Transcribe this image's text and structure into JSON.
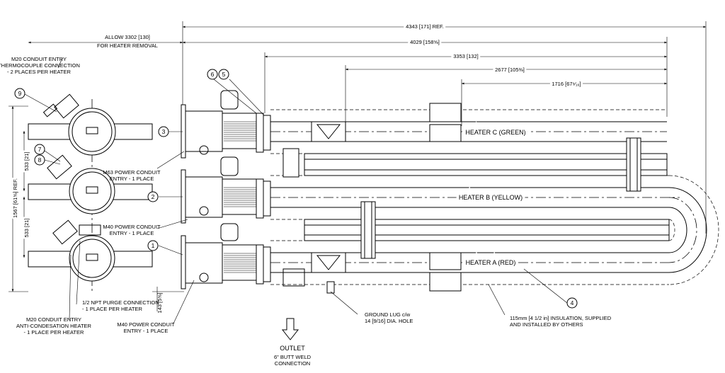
{
  "dimensions": {
    "overall": "4343 [171] REF.",
    "d2": "4029 [158⅝]",
    "d3": "3353 [132]",
    "d4": "2677 [105⅜]",
    "d5": "1716 [67⁹⁄₁₆]",
    "allow_line1": "ALLOW 3302 [130]",
    "allow_line2": "FOR HEATER REMOVAL",
    "vert_total": "1567 [61⅝] REF.",
    "vert_533a": "533 [21]",
    "vert_533b": "533 [21]",
    "vert_143": "143 [5⅝]"
  },
  "heaters": {
    "c": "HEATER C (GREEN)",
    "b": "HEATER B (YELLOW)",
    "a": "HEATER A (RED)"
  },
  "balloons": [
    "1",
    "2",
    "3",
    "4",
    "5",
    "6",
    "7",
    "8",
    "9"
  ],
  "notes": {
    "m20_thermo": [
      "M20 CONDUIT ENTRY",
      "THERMOCOUPLE CONNECTION",
      "- 2 PLACES PER HEATER"
    ],
    "m63": [
      "M63 POWER CONDUIT",
      "ENTRY - 1 PLACE"
    ],
    "m40_upper": [
      "M40 POWER CONDUIT",
      "ENTRY - 1 PLACE"
    ],
    "purge": [
      "1/2 NPT PURGE CONNECTION",
      "- 1 PLACE PER HEATER"
    ],
    "m20_anti": [
      "M20 CONDUIT ENTRY",
      "ANTI-CONDESATION HEATER",
      "- 1 PLACE PER HEATER"
    ],
    "m40_lower": [
      "M40 POWER CONDUIT",
      "ENTRY - 1 PLACE"
    ],
    "ground": [
      "GROUND LUG c/w",
      "14 [9/16] DIA. HOLE"
    ],
    "insulation": [
      "115mm [4 1/2 in] INSULATION, SUPPLIED",
      "AND INSTALLED BY OTHERS"
    ],
    "outlet": [
      "OUTLET",
      "6\" BUTT WELD",
      "CONNECTION"
    ]
  }
}
